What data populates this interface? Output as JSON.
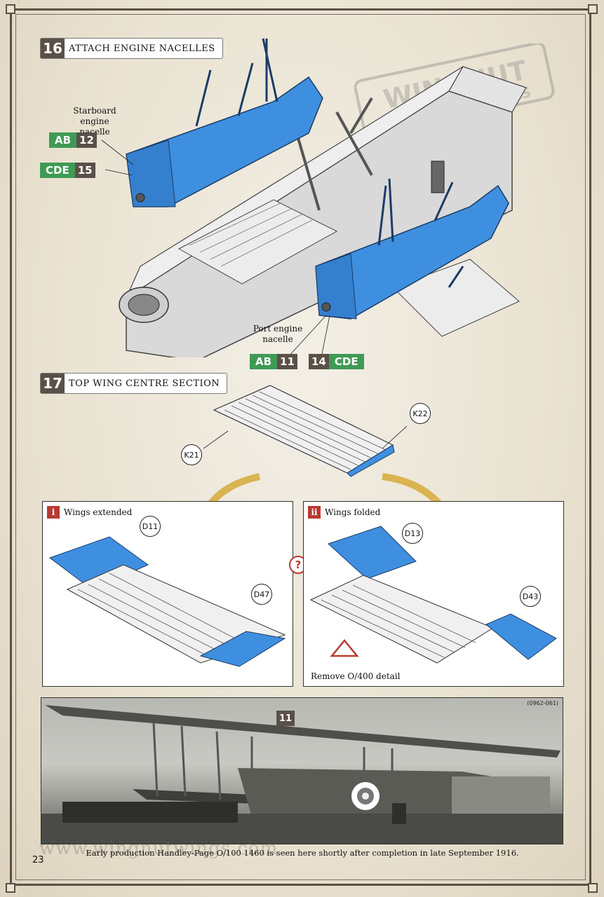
{
  "page_number": "23",
  "website_watermark": "www.wingnutwings.com",
  "logo": {
    "text1": "WINGNUT",
    "text2": "WINGS"
  },
  "step16": {
    "number": "16",
    "title": "ATTACH ENGINE NACELLES",
    "starboard_label": "Starboard engine nacelle",
    "port_label": "Port engine nacelle",
    "starboard_tags": [
      {
        "version": "AB",
        "part": "12"
      },
      {
        "version": "CDE",
        "part": "15"
      }
    ],
    "port_tags": [
      {
        "version": "AB",
        "part": "11"
      },
      {
        "version": "CDE",
        "part": "14"
      }
    ]
  },
  "step17": {
    "number": "17",
    "title": "TOP WING CENTRE SECTION",
    "callouts": [
      "K21",
      "K22"
    ],
    "option_question": "?",
    "panel_i": {
      "numeral": "i",
      "title": "Wings extended",
      "callouts": [
        "D11",
        "D47"
      ]
    },
    "panel_ii": {
      "numeral": "ii",
      "title": "Wings folded",
      "callouts": [
        "D13",
        "D43"
      ],
      "note": "Remove O/400 detail"
    }
  },
  "photo": {
    "code": "(0962-061)",
    "badge": "11",
    "caption": "Early production Handley-Page O/100 1460 is seen here shortly after completion in late September 1916."
  },
  "colors": {
    "highlight_blue": "#3f8fe0",
    "tag_green": "#3f9a55",
    "tag_brown": "#5a5048",
    "accent_red": "#b83a32",
    "arrow_gold": "#d9b450"
  }
}
